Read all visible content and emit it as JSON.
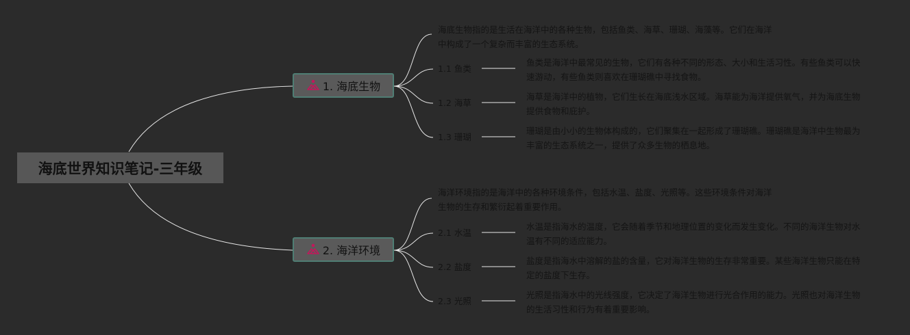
{
  "root": {
    "title": "海底世界知识笔记-三年级"
  },
  "topics": [
    {
      "label": "1. 海底生物",
      "icon": "mountain-icon",
      "description": "海底生物指的是生活在海洋中的各种生物，包括鱼类、海草、珊瑚、海藻等。它们在海洋中构成了一个复杂而丰富的生态系统。",
      "children": [
        {
          "label": "1.1 鱼类",
          "text": "鱼类是海洋中最常见的生物，它们有各种不同的形态、大小和生活习性。有些鱼类可以快速游动，有些鱼类则喜欢在珊瑚礁中寻找食物。"
        },
        {
          "label": "1.2 海草",
          "text": "海草是海洋中的植物，它们生长在海底浅水区域。海草能为海洋提供氧气，并为海底生物提供食物和庇护。"
        },
        {
          "label": "1.3 珊瑚",
          "text": "珊瑚是由小小的生物体构成的，它们聚集在一起形成了珊瑚礁。珊瑚礁是海洋中生物最为丰富的生态系统之一，提供了众多生物的栖息地。"
        }
      ]
    },
    {
      "label": "2. 海洋环境",
      "icon": "mountain-icon",
      "description": "海洋环境指的是海洋中的各种环境条件，包括水温、盐度、光照等。这些环境条件对海洋生物的生存和繁衍起着重要作用。",
      "children": [
        {
          "label": "2.1 水温",
          "text": "水温是指海水的温度，它会随着季节和地理位置的变化而发生变化。不同的海洋生物对水温有不同的适应能力。"
        },
        {
          "label": "2.2 盐度",
          "text": "盐度是指海水中溶解的盐的含量，它对海洋生物的生存非常重要。某些海洋生物只能在特定的盐度下生存。"
        },
        {
          "label": "2.3 光照",
          "text": "光照是指海水中的光线强度，它决定了海洋生物进行光合作用的能力。光照也对海洋生物的生活习性和行为有着重要影响。"
        }
      ]
    }
  ],
  "colors": {
    "background": "#2b2b2b",
    "link": "#e8e8e8",
    "topic_border": "#4f7e74",
    "icon": "#c2185b"
  }
}
